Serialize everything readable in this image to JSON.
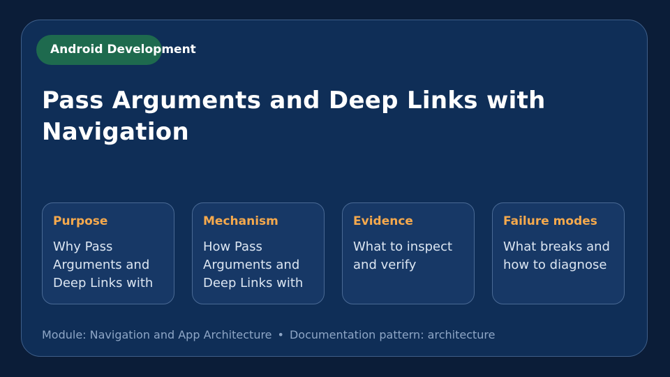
{
  "badge": {
    "label": "Android Development"
  },
  "title": "Pass Arguments and Deep Links with Navigation",
  "tiles": [
    {
      "heading": "Purpose",
      "body": "Why Pass Arguments and Deep Links with"
    },
    {
      "heading": "Mechanism",
      "body": "How Pass Arguments and Deep Links with"
    },
    {
      "heading": "Evidence",
      "body": "What to inspect and verify"
    },
    {
      "heading": "Failure modes",
      "body": "What breaks and how to diagnose"
    }
  ],
  "footer": {
    "module": "Module: Navigation and App Architecture",
    "separator": "•",
    "pattern": "Documentation pattern: architecture"
  },
  "colors": {
    "background": "#0b1d38",
    "card": "#0f2e57",
    "badge": "#1e6a4e",
    "tile_heading": "#f5a94d"
  }
}
